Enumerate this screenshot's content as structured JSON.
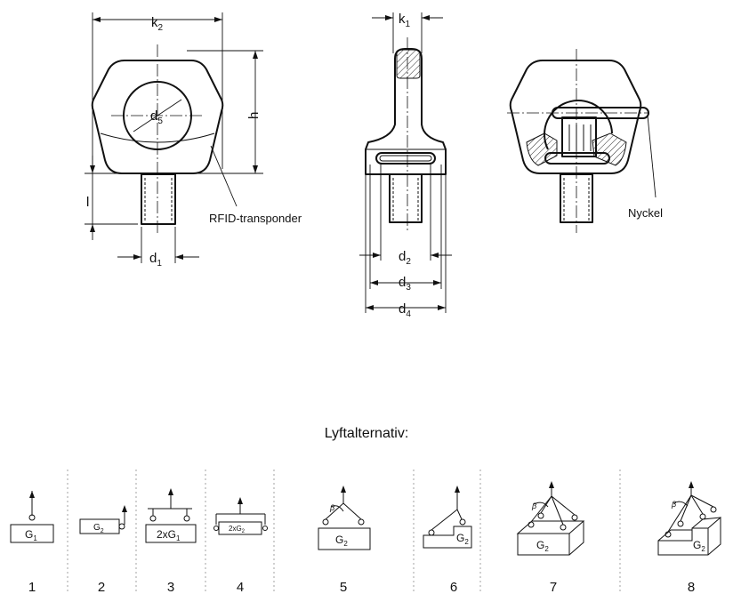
{
  "dimension_labels": {
    "k2": {
      "main": "k",
      "sub": "2"
    },
    "k1": {
      "main": "k",
      "sub": "1"
    },
    "d5": {
      "main": "d",
      "sub": "5"
    },
    "h": {
      "main": "h",
      "sub": ""
    },
    "l": {
      "main": "l",
      "sub": ""
    },
    "d1": {
      "main": "d",
      "sub": "1"
    },
    "d2": {
      "main": "d",
      "sub": "2"
    },
    "d3": {
      "main": "d",
      "sub": "3"
    },
    "d4": {
      "main": "d",
      "sub": "4"
    }
  },
  "callouts": {
    "rfid": "RFID-transponder",
    "key": "Nyckel"
  },
  "lifting_section": {
    "title": "Lyftalternativ:",
    "options": [
      {
        "number": "1",
        "load": {
          "main": "G",
          "sub": "1"
        }
      },
      {
        "number": "2",
        "load": {
          "main": "G",
          "sub": "2"
        }
      },
      {
        "number": "3",
        "load": {
          "main": "2xG",
          "sub": "1"
        }
      },
      {
        "number": "4",
        "load": {
          "main": "2xG",
          "sub": "2"
        }
      },
      {
        "number": "5",
        "load": {
          "main": "G",
          "sub": "2"
        }
      },
      {
        "number": "6",
        "load": {
          "main": "G",
          "sub": "2"
        }
      },
      {
        "number": "7",
        "load": {
          "main": "G",
          "sub": "2"
        }
      },
      {
        "number": "8",
        "load": {
          "main": "G",
          "sub": "2"
        }
      }
    ],
    "angle_symbol": "β"
  },
  "colors": {
    "line": "#111111",
    "separator": "#999999",
    "background": "#ffffff"
  }
}
